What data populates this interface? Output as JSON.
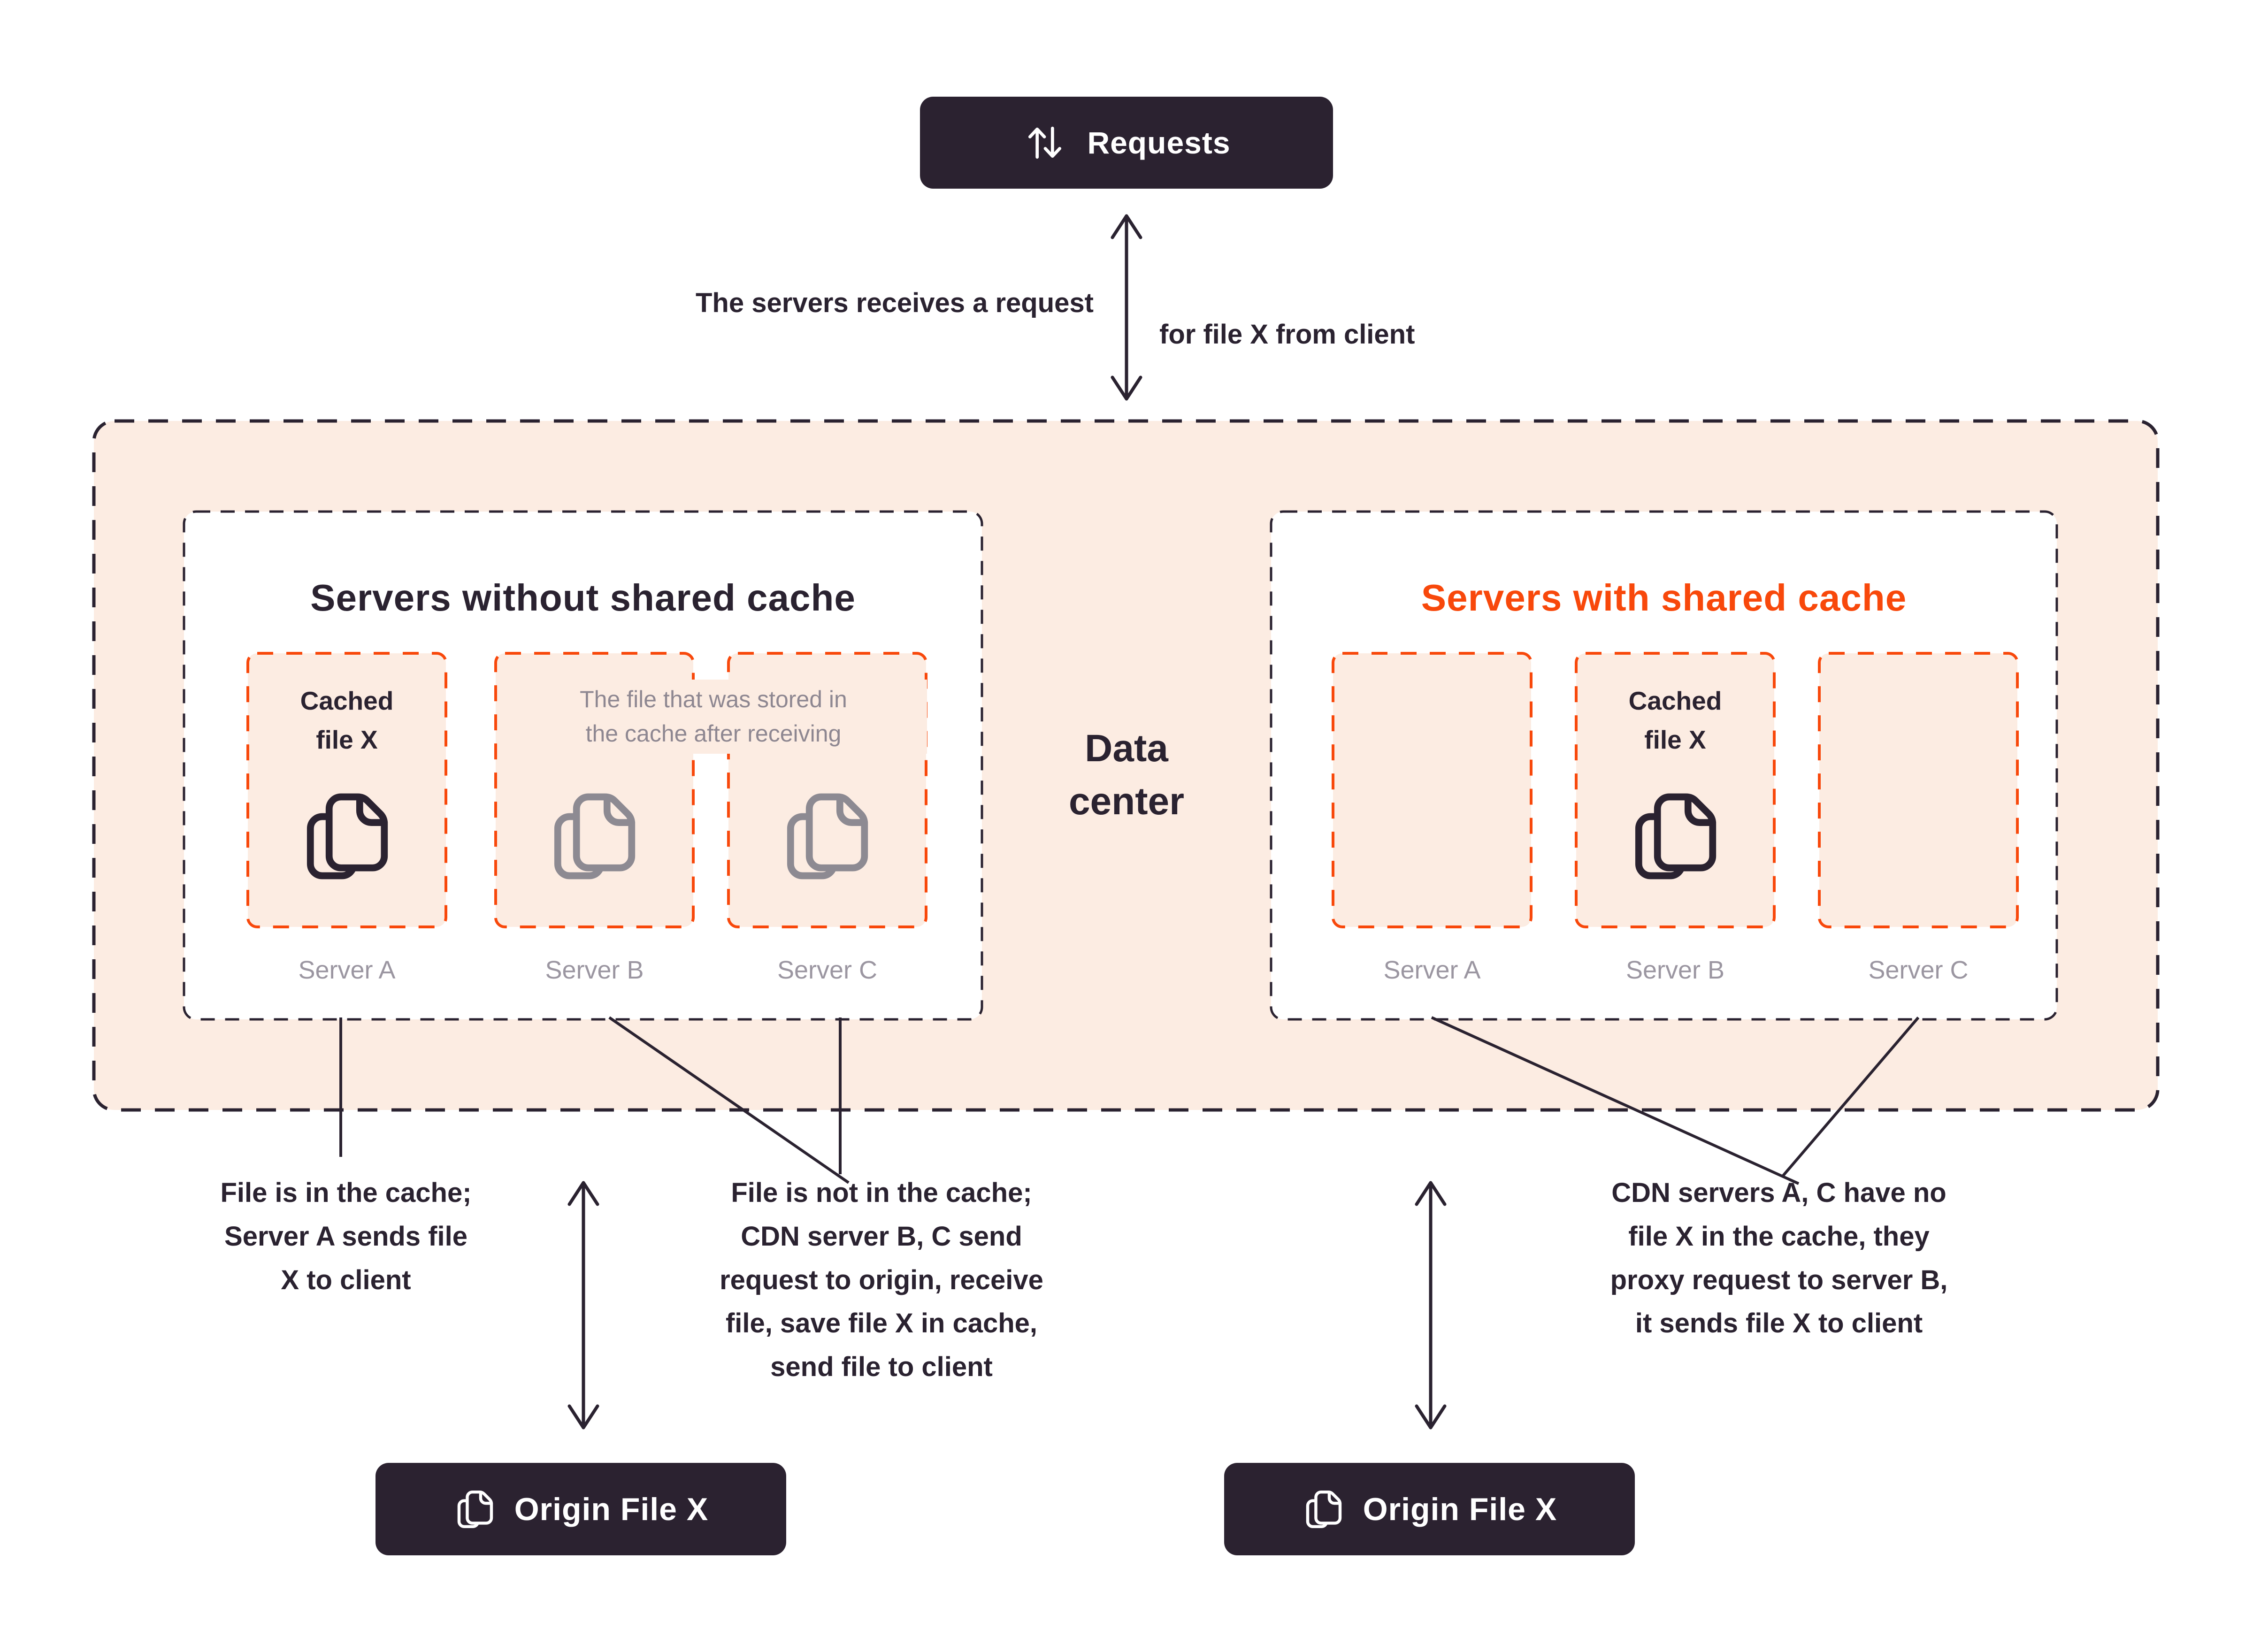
{
  "colors": {
    "dark": "#2a2230",
    "button_bg": "#2b2230",
    "orange": "#f8480b",
    "peach": "#fcece2",
    "gray_text": "#8e8791",
    "gray_label": "#9b96a1",
    "white": "#ffffff"
  },
  "requests_button": {
    "label": "Requests"
  },
  "top_caption": {
    "left": "The servers receives a request",
    "right_prefix": "for",
    "right_bold": "file X",
    "right_suffix": "from client"
  },
  "data_center_label": "Data\ncenter",
  "left_panel": {
    "title": "Servers without shared cache",
    "cached_label": "Cached\nfile X",
    "annotation": "The file that was stored in\nthe cache after receiving",
    "servers": [
      "Server A",
      "Server B",
      "Server C"
    ]
  },
  "right_panel": {
    "title": "Servers with shared cache",
    "cached_label": "Cached\nfile X",
    "servers": [
      "Server A",
      "Server B",
      "Server C"
    ]
  },
  "notes": {
    "left": "File is in the cache;\nServer A sends file\nX to client",
    "middle": "File is not in the cache;\nCDN server B, C send\nrequest to origin, receive\nfile, save file X in cache,\nsend file to client",
    "right": "CDN servers A, C have no\nfile X in the cache, they\nproxy request to server B,\nit sends file X to client"
  },
  "origin_left": {
    "label": "Origin File X"
  },
  "origin_right": {
    "label": "Origin File X"
  }
}
